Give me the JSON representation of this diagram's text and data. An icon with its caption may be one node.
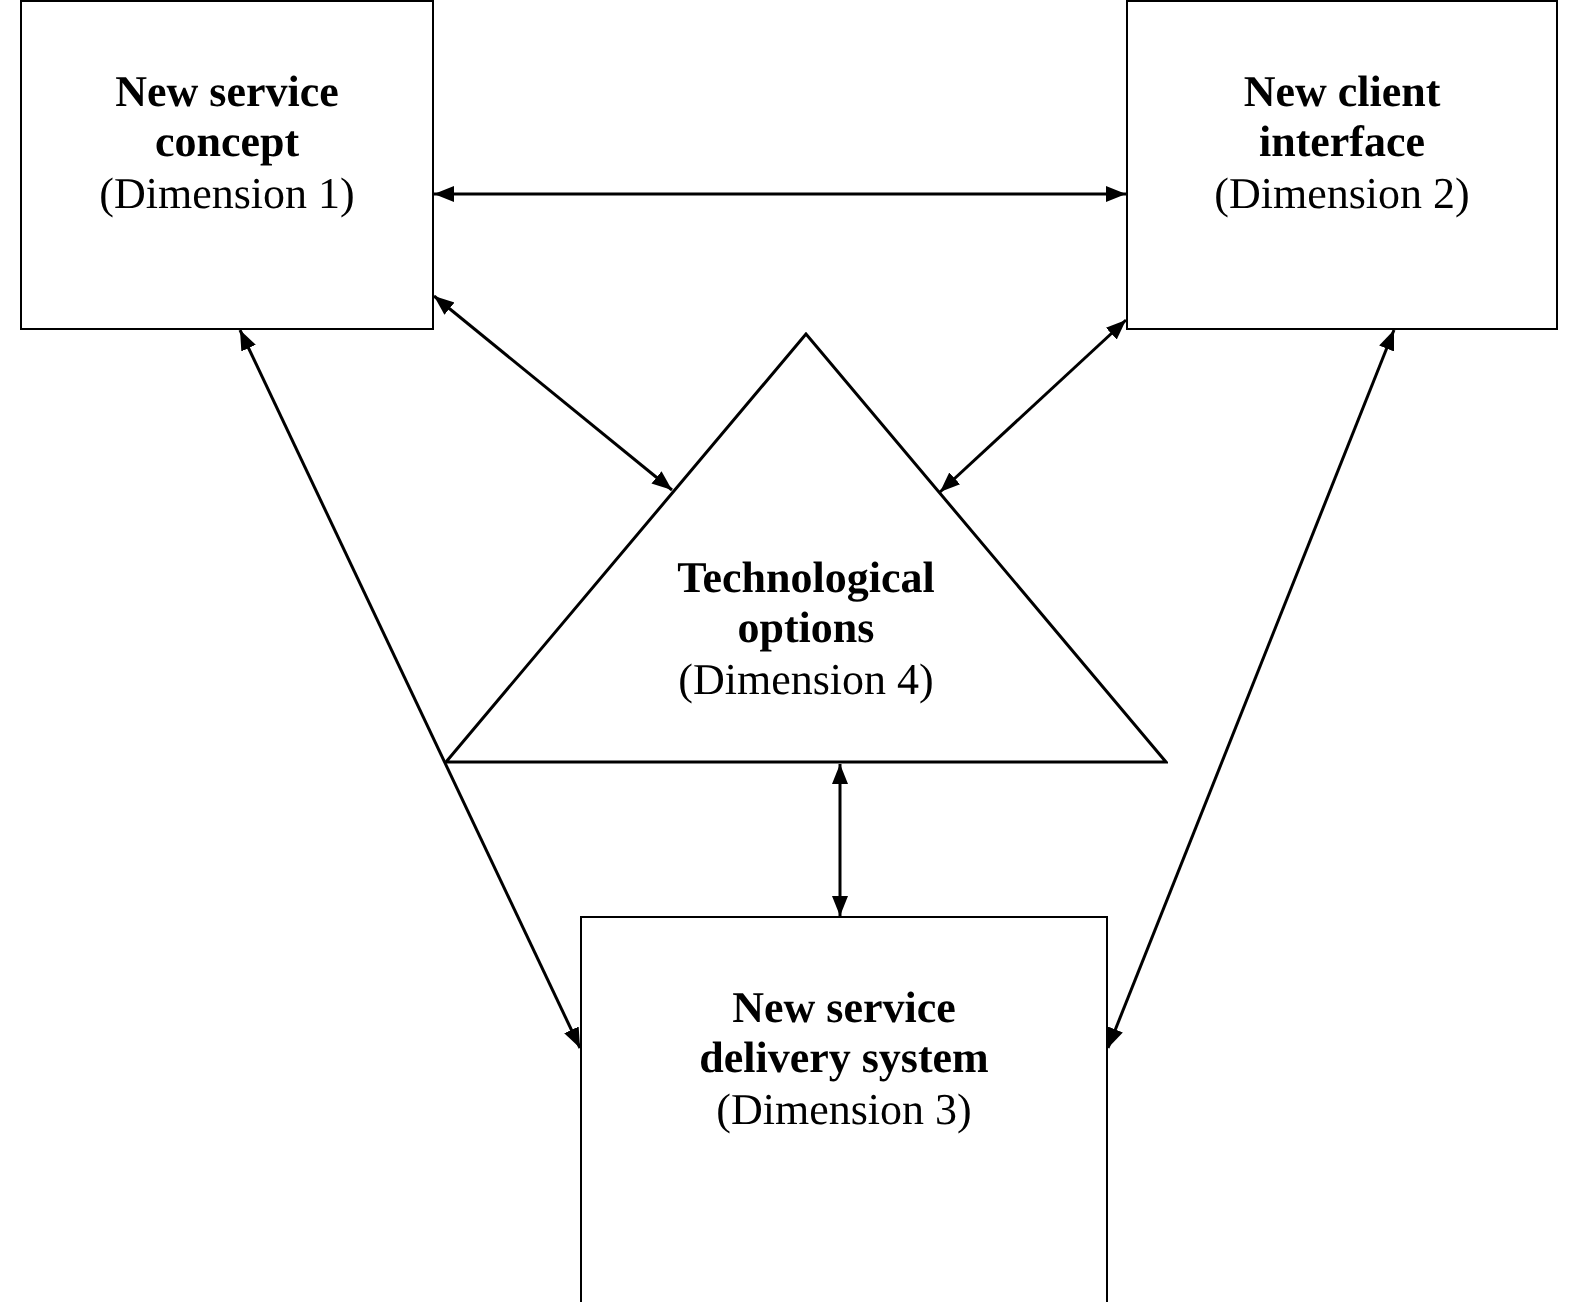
{
  "diagram": {
    "nodes": [
      {
        "text": [
          "New service concept",
          "(Dimension 1)"
        ]
      },
      {
        "text": [
          "New client interface",
          "(Dimension 2)"
        ]
      },
      {
        "text": [
          "Technological options",
          "(Dimension 4)"
        ]
      },
      {
        "text": [
          "New service delivery system",
          "(Dimension 3)"
        ]
      }
    ],
    "edges": [
      {
        "from": 0,
        "to": 1,
        "arrow": "both"
      },
      {
        "from": 0,
        "to": 2,
        "arrow": "both"
      },
      {
        "from": 1,
        "to": 2,
        "arrow": "both"
      },
      {
        "from": 0,
        "to": 3,
        "arrow": "both"
      },
      {
        "from": 1,
        "to": 3,
        "arrow": "both"
      },
      {
        "from": 2,
        "to": 3,
        "arrow": "both"
      }
    ]
  }
}
